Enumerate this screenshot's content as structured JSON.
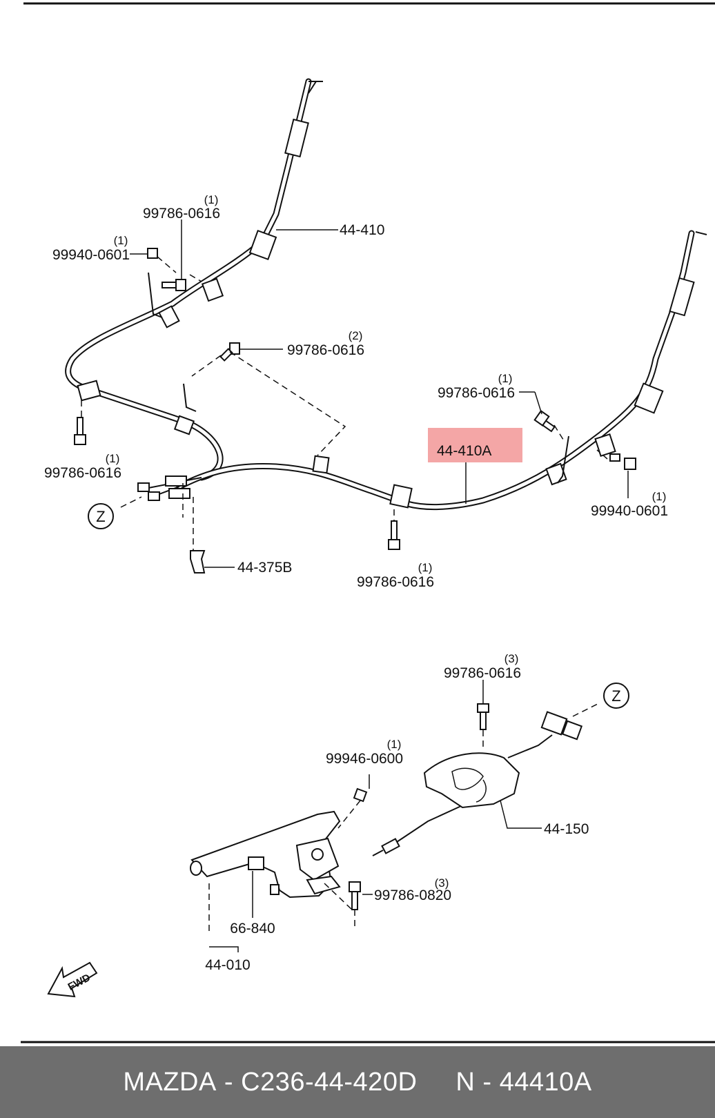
{
  "labels": {
    "c1": {
      "part": "44-410"
    },
    "c2": {
      "part": "44-410A"
    },
    "b1": {
      "part": "99786-0616",
      "qty": "(1)"
    },
    "n1": {
      "part": "99940-0601",
      "qty": "(1)"
    },
    "b2": {
      "part": "99786-0616",
      "qty": "(2)"
    },
    "b3": {
      "part": "99786-0616",
      "qty": "(1)"
    },
    "b4": {
      "part": "99786-0616",
      "qty": "(1)"
    },
    "n2": {
      "part": "99940-0601",
      "qty": "(1)"
    },
    "b5": {
      "part": "99786-0616",
      "qty": "(1)"
    },
    "g1": {
      "part": "44-375B"
    },
    "b6": {
      "part": "99786-0616",
      "qty": "(3)"
    },
    "n3": {
      "part": "99946-0600",
      "qty": "(1)"
    },
    "e1": {
      "part": "44-150"
    },
    "b7": {
      "part": "99786-0820",
      "qty": "(3)"
    },
    "s1": {
      "part": "66-840"
    },
    "l1": {
      "part": "44-010"
    }
  },
  "markers": {
    "z_top": "Z",
    "z_bottom": "Z"
  },
  "fwd": "FWD",
  "highlight_color": "#f4a6a6",
  "footer": {
    "brand": "MAZDA",
    "sep": " - ",
    "oem": "C236-44-420D",
    "n_label": "N",
    "n_number": "44410A"
  }
}
